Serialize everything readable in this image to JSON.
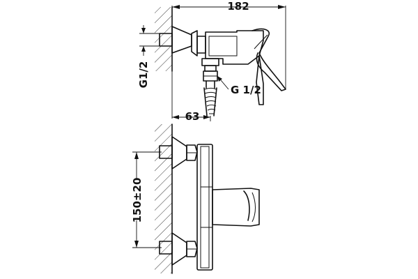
{
  "dimensions": {
    "overall_width": "182",
    "thread_inlet": "G1/2",
    "thread_outlet": "G 1/2",
    "wall_offset": "63",
    "center_distance": "150±20"
  }
}
